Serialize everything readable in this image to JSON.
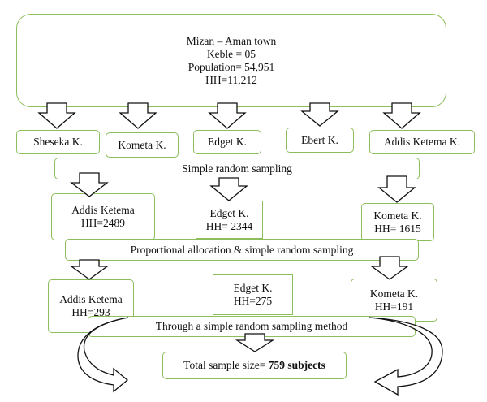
{
  "top_box": {
    "line1": "Mizan – Aman town",
    "line2": "Keble = 05",
    "line3": "Population= 54,951",
    "line4": "HH=11,212"
  },
  "kebeles": [
    "Sheseka K.",
    "Kometa K.",
    "Edget K.",
    "Ebert K.",
    "Addis Ketema K."
  ],
  "step1": "Simple random sampling",
  "selected": [
    {
      "name": "Addis Ketema",
      "hh": "HH=2489"
    },
    {
      "name": "Edget K.",
      "hh": "HH= 2344"
    },
    {
      "name": "Kometa K.",
      "hh": "HH= 1615"
    }
  ],
  "step2": "Proportional allocation & simple random sampling",
  "samples": [
    {
      "name": "Addis Ketema",
      "hh": "HH=293"
    },
    {
      "name": "Edget K.",
      "hh": "HH=275"
    },
    {
      "name": "Kometa K.",
      "hh": "HH=191"
    }
  ],
  "step3": "Through a simple random sampling method",
  "total": {
    "label": "Total sample size= ",
    "value": "759 subjects"
  },
  "colors": {
    "border": "#8cbf5c",
    "curved_arrow_fill": "#a9a9a9"
  }
}
